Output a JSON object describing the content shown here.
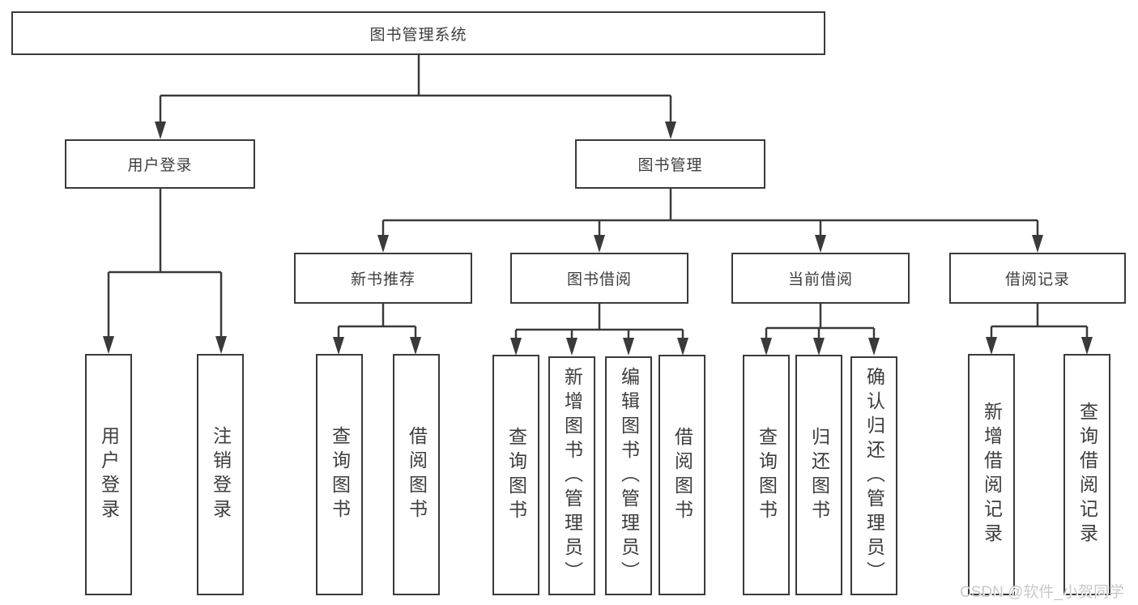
{
  "diagram": {
    "root": "图书管理系统",
    "level2": {
      "user_login": "用户登录",
      "book_mgmt": "图书管理"
    },
    "level3": {
      "new_book": "新书推荐",
      "borrow": "图书借阅",
      "current": "当前借阅",
      "records": "借阅记录"
    },
    "leaves": {
      "user_login_1": "用户登录",
      "user_login_2": "注销登录",
      "new_book_1": "查询图书",
      "new_book_2": "借阅图书",
      "borrow_1": "查询图书",
      "borrow_2": "新增图书（管理员）",
      "borrow_3": "编辑图书（管理员）",
      "borrow_4": "借阅图书",
      "current_1": "查询图书",
      "current_2": "归还图书",
      "current_3": "确认归还（管理员）",
      "records_1": "新增借阅记录",
      "records_2": "查询借阅记录"
    },
    "watermark": "CSDN @软件_小贺同学",
    "colors": {
      "line": "#3a3a3a",
      "text": "#3d3d3d",
      "watermark": "#c9c9c9",
      "background": "#ffffff"
    }
  }
}
